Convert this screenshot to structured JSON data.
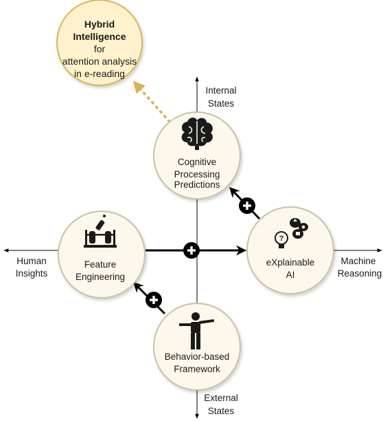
{
  "goal": {
    "title_line1": "Hybrid",
    "title_line2": "Intelligence",
    "line3": "for",
    "line4": "attention analysis",
    "line5": "in e-reading",
    "fill_color": "#fff2cc",
    "stroke_color": "#d6b656"
  },
  "axes": {
    "top_line1": "Internal",
    "top_line2": "States",
    "bottom_line1": "External",
    "bottom_line2": "States",
    "left_line1": "Human",
    "left_line2": "Insights",
    "right_line1": "Machine",
    "right_line2": "Reasoning"
  },
  "nodes": {
    "cognitive": {
      "line1": "Cognitive",
      "line2": "Processing",
      "line3": "Predictions",
      "icon": "brain-icon"
    },
    "feature": {
      "line1": "Feature",
      "line2": "Engineering",
      "icon": "lab-flask-icon"
    },
    "xai": {
      "line1": "eXplainable",
      "line2": "AI",
      "icon": "lightbulb-chat-icon"
    },
    "behavior": {
      "line1": "Behavior-based",
      "line2": "Framework",
      "icon": "person-pointing-icon"
    }
  },
  "style": {
    "node_fill": "#fdf8ec",
    "node_stroke": "#c9c0a8",
    "dashed_arrow_color": "#dcb25a",
    "plus_badge_color": "#000000"
  }
}
